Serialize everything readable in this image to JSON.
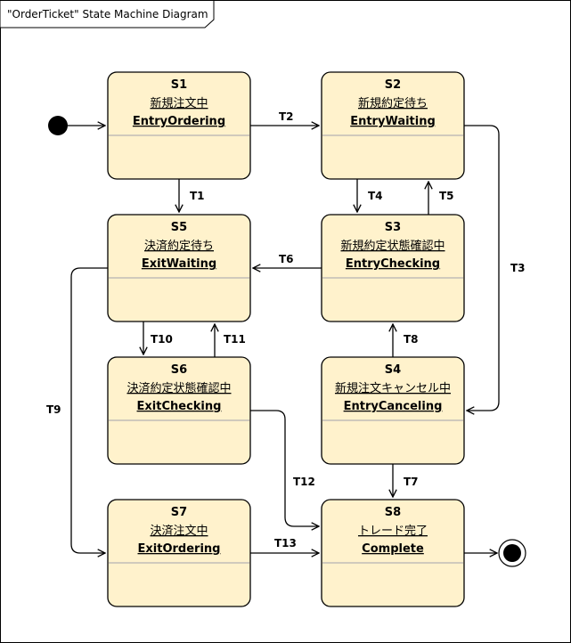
{
  "frame": {
    "title": "\"OrderTicket\" State Machine Diagram"
  },
  "states": [
    {
      "key": "s1",
      "id": "S1",
      "jp": "新規注文中",
      "en": "EntryOrdering"
    },
    {
      "key": "s2",
      "id": "S2",
      "jp": "新規約定待ち",
      "en": "EntryWaiting"
    },
    {
      "key": "s5",
      "id": "S5",
      "jp": "決済約定待ち",
      "en": "ExitWaiting"
    },
    {
      "key": "s3",
      "id": "S3",
      "jp": "新規約定状態確認中",
      "en": "EntryChecking"
    },
    {
      "key": "s6",
      "id": "S6",
      "jp": "決済約定状態確認中",
      "en": "ExitChecking"
    },
    {
      "key": "s4",
      "id": "S4",
      "jp": "新規注文キャンセル中",
      "en": "EntryCanceling"
    },
    {
      "key": "s7",
      "id": "S7",
      "jp": "決済注文中",
      "en": "ExitOrdering"
    },
    {
      "key": "s8",
      "id": "S8",
      "jp": "トレード完了",
      "en": "Complete"
    }
  ],
  "transitions": [
    {
      "key": "t1",
      "label": "T1"
    },
    {
      "key": "t2",
      "label": "T2"
    },
    {
      "key": "t3",
      "label": "T3"
    },
    {
      "key": "t4",
      "label": "T4"
    },
    {
      "key": "t5",
      "label": "T5"
    },
    {
      "key": "t6",
      "label": "T6"
    },
    {
      "key": "t7",
      "label": "T7"
    },
    {
      "key": "t8",
      "label": "T8"
    },
    {
      "key": "t9",
      "label": "T9"
    },
    {
      "key": "t10",
      "label": "T10"
    },
    {
      "key": "t11",
      "label": "T11"
    },
    {
      "key": "t12",
      "label": "T12"
    },
    {
      "key": "t13",
      "label": "T13"
    }
  ],
  "colors": {
    "state_fill": "#fff2cc",
    "stroke": "#000000",
    "divider": "#b3b3b3"
  }
}
